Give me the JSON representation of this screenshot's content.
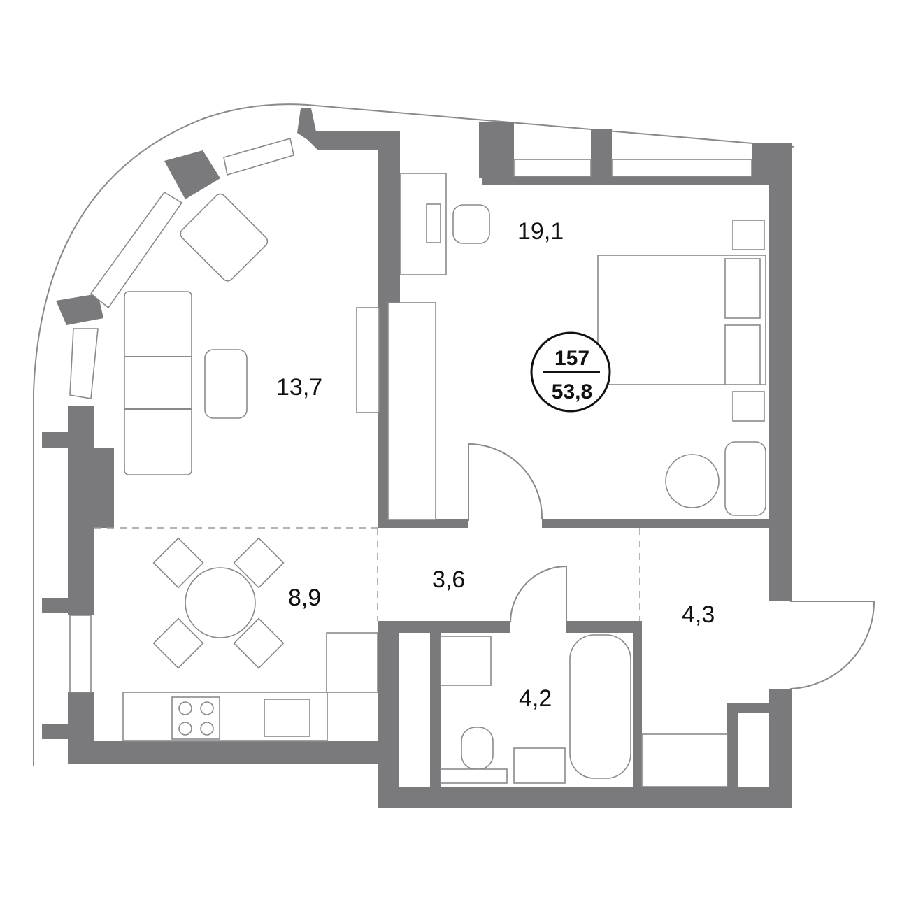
{
  "rooms": [
    {
      "name": "bedroom",
      "area": "19,1"
    },
    {
      "name": "living-room",
      "area": "13,7"
    },
    {
      "name": "kitchen-dining",
      "area": "8,9"
    },
    {
      "name": "corridor",
      "area": "3,6"
    },
    {
      "name": "entrance-hall",
      "area": "4,3"
    },
    {
      "name": "bathroom",
      "area": "4,2"
    }
  ],
  "badge": {
    "apartment_number": "157",
    "total_area": "53,8"
  },
  "colors": {
    "wall": "#7a797c",
    "line": "#8a898c",
    "text": "#111111"
  }
}
